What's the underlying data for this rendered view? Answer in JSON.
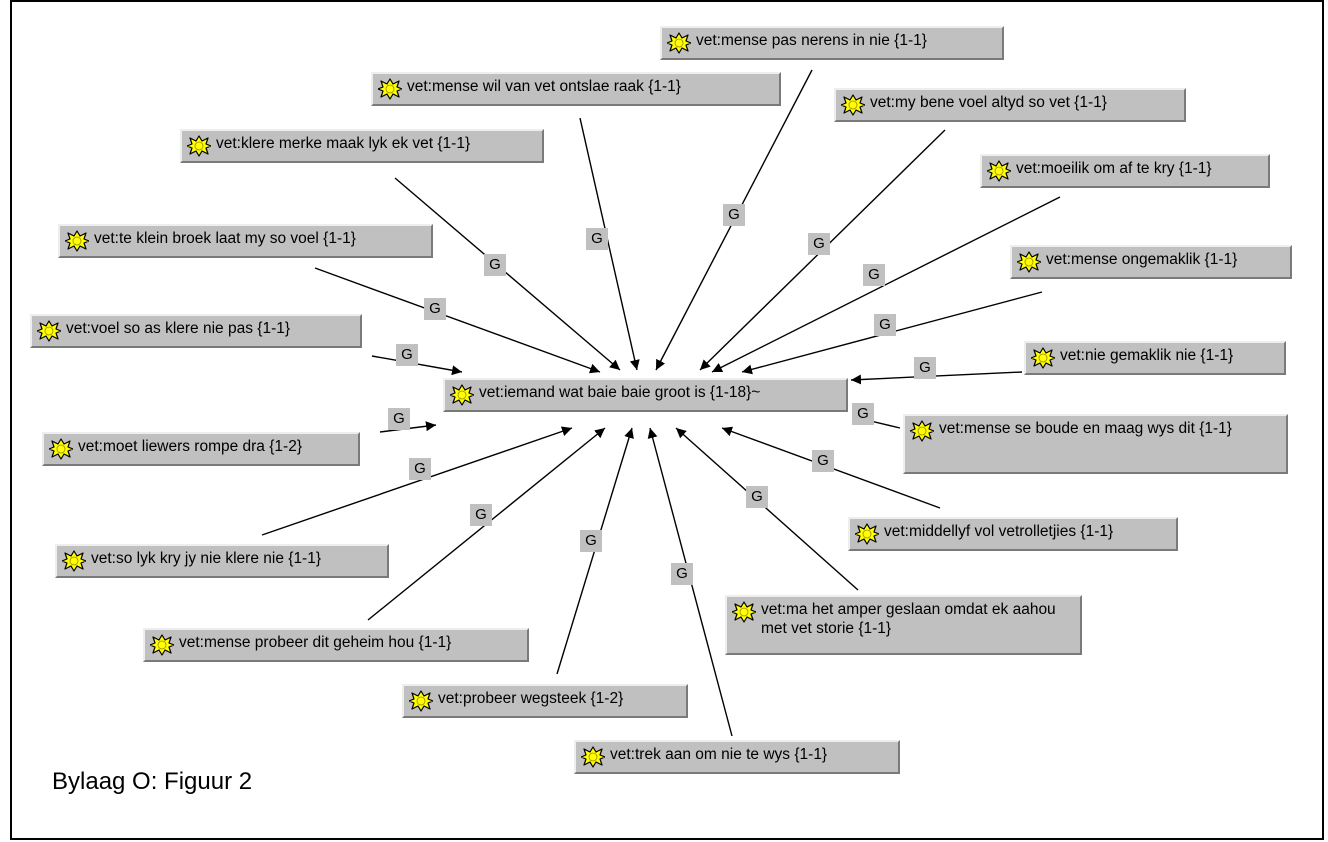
{
  "caption": "Bylaag O: Figuur 2",
  "icon": "star-node-icon",
  "colors": {
    "node_bg": "#c0c0c0",
    "icon_fill": "#ffff00",
    "edge": "#000000"
  },
  "edge_label": "G",
  "center_node": "vet:iemand wat baie baie groot is {1-18}~",
  "nodes": [
    "vet:mense pas nerens in nie {1-1}",
    "vet:mense wil van vet ontslae raak {1-1}",
    "vet:my bene voel altyd so vet {1-1}",
    "vet:klere merke maak lyk ek vet {1-1}",
    "vet:moeilik om af te kry {1-1}",
    "vet:te klein broek laat my so voel {1-1}",
    "vet:mense ongemaklik {1-1}",
    "vet:voel so as klere nie pas {1-1}",
    "vet:nie gemaklik nie {1-1}",
    "vet:mense se boude en maag wys dit {1-1}",
    "vet:moet liewers rompe dra {1-2}",
    "vet:middellyf vol vetrolletjies {1-1}",
    "vet:so lyk kry jy nie klere nie {1-1}",
    "vet:ma het amper geslaan omdat ek aahou met vet storie {1-1}",
    "vet:mense probeer dit geheim hou {1-1}",
    "vet:probeer wegsteek {1-2}",
    "vet:trek aan om nie te wys {1-1}"
  ]
}
